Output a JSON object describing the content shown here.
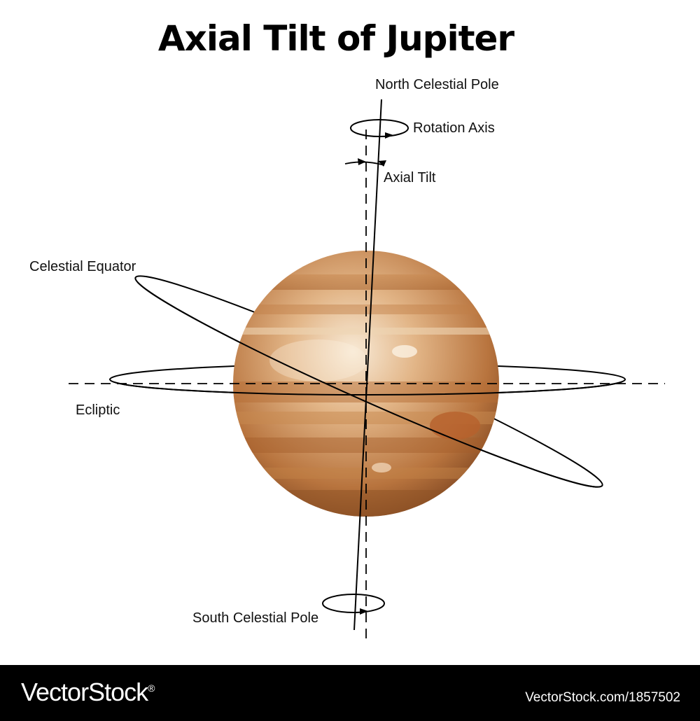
{
  "title": "Axial Tilt of Jupiter",
  "labels": {
    "north_pole": "North Celestial Pole",
    "rotation_axis": "Rotation Axis",
    "axial_tilt": "Axial Tilt",
    "celestial_equator": "Celestial Equator",
    "ecliptic": "Ecliptic",
    "south_pole": "South Celestial Pole"
  },
  "footer": {
    "brand": "VectorStock",
    "brand_mark": "®",
    "url": "VectorStock.com/1857502"
  },
  "colors": {
    "planet_light": "#f6e3c8",
    "planet_mid": "#d9a06a",
    "planet_dark": "#8a4f24",
    "line": "#000000",
    "footer_bg": "#000000"
  }
}
